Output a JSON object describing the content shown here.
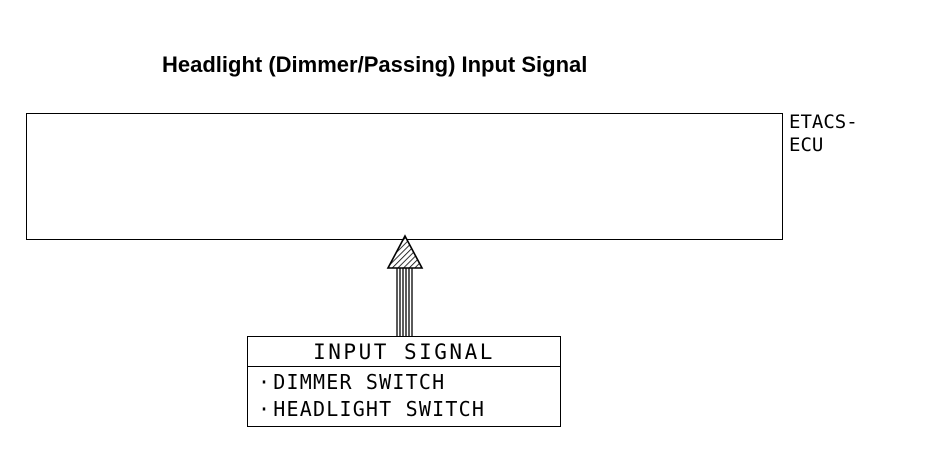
{
  "title": "Headlight (Dimmer/Passing) Input Signal",
  "ecu": {
    "label_line1": "ETACS-",
    "label_line2": "ECU"
  },
  "arrow": {
    "name": "input-signal-arrow",
    "direction": "up",
    "fill": "hatched"
  },
  "input_signal": {
    "header": "INPUT SIGNAL",
    "items": [
      {
        "bullet": "·",
        "label": "DIMMER SWITCH"
      },
      {
        "bullet": "·",
        "label": "HEADLIGHT SWITCH"
      }
    ]
  },
  "colors": {
    "background": "#ffffff",
    "line": "#000000",
    "text": "#000000"
  }
}
